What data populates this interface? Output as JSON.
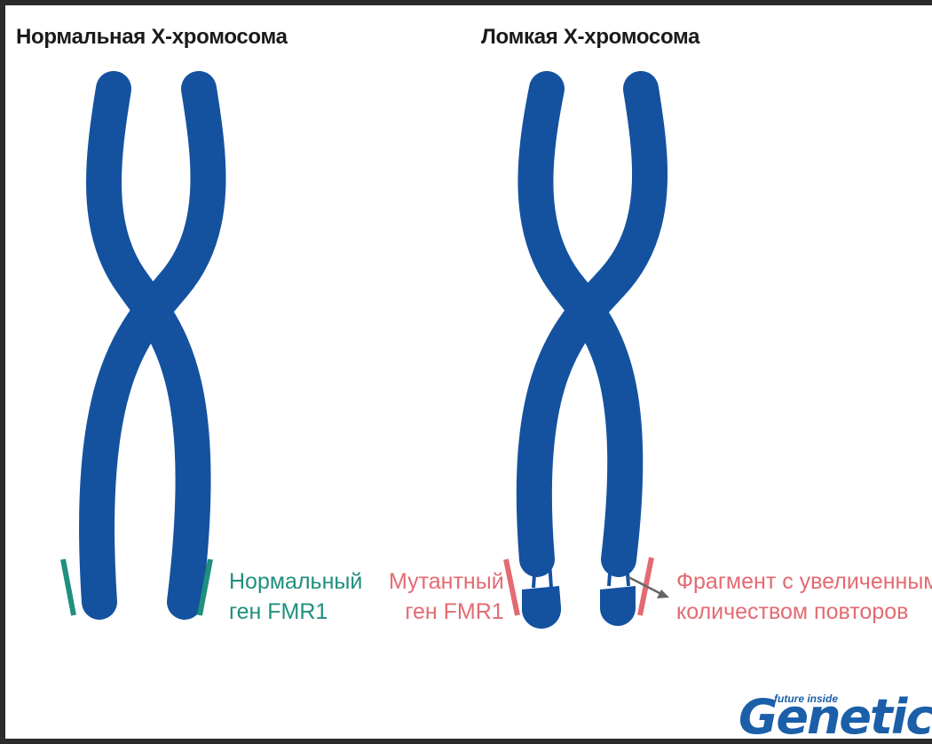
{
  "titles": {
    "normal": "Нормальная Х-хромосома",
    "fragile": "Ломкая Х-хромосома"
  },
  "labels": {
    "normal_gene": [
      "Нормальный",
      "ген FMR1"
    ],
    "mutant_gene": [
      "Мутантный",
      "ген FMR1"
    ],
    "fragment": [
      "Фрагмент с увеличенным",
      "количеством повторов"
    ]
  },
  "logo": {
    "name": "Genetico",
    "tagline": "future inside"
  },
  "colors": {
    "chromosome": "#1452a0",
    "normal_marker": "#1f8f7e",
    "mutant_marker": "#e46a72",
    "arrow": "#666666"
  }
}
